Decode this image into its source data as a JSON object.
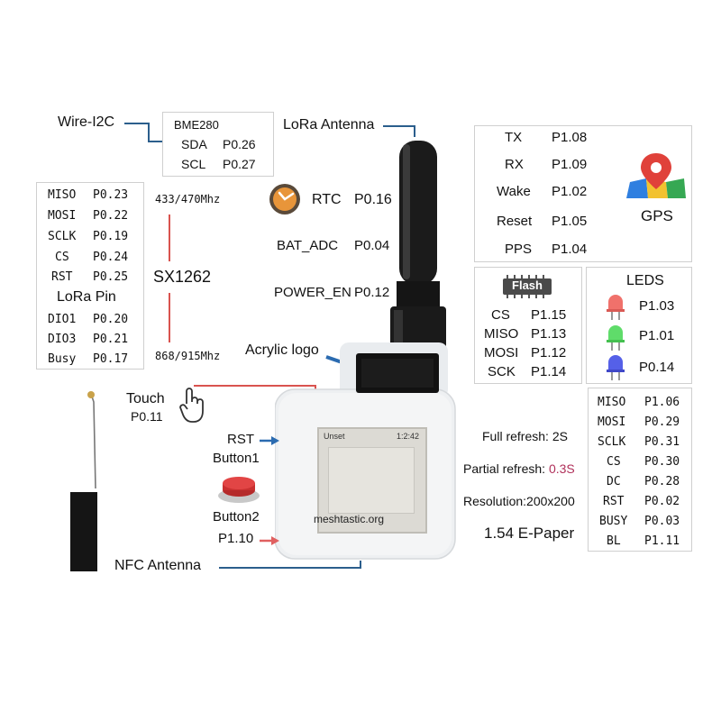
{
  "wire_i2c": {
    "label": "Wire-I2C",
    "chip": "BME280",
    "pins": [
      {
        "name": "SDA",
        "pin": "P0.26"
      },
      {
        "name": "SCL",
        "pin": "P0.27"
      }
    ]
  },
  "lora_antenna": "LoRa Antenna",
  "lora_box": {
    "pins": [
      {
        "name": "MISO",
        "pin": "P0.23"
      },
      {
        "name": "MOSI",
        "pin": "P0.22"
      },
      {
        "name": "SCLK",
        "pin": "P0.19"
      },
      {
        "name": "CS",
        "pin": "P0.24"
      },
      {
        "name": "RST",
        "pin": "P0.25"
      }
    ],
    "title": "LoRa Pin",
    "pins2": [
      {
        "name": "DIO1",
        "pin": "P0.20"
      },
      {
        "name": "DIO3",
        "pin": "P0.21"
      },
      {
        "name": "Busy",
        "pin": "P0.17"
      }
    ]
  },
  "sx": {
    "top": "433/470Mhz",
    "name": "SX1262",
    "bottom": "868/915Mhz"
  },
  "rtc": {
    "label": "RTC",
    "pin": "P0.16"
  },
  "bat_adc": {
    "label": "BAT_ADC",
    "pin": "P0.04"
  },
  "power_en": {
    "label": "POWER_EN",
    "pin": "P0.12"
  },
  "gps": {
    "pins": [
      {
        "name": "TX",
        "pin": "P1.08"
      },
      {
        "name": "RX",
        "pin": "P1.09"
      },
      {
        "name": "Wake",
        "pin": "P1.02"
      },
      {
        "name": "Reset",
        "pin": "P1.05"
      },
      {
        "name": "PPS",
        "pin": "P1.04"
      }
    ],
    "label": "GPS"
  },
  "flash": {
    "chip": "Flash",
    "pins": [
      {
        "name": "CS",
        "pin": "P1.15"
      },
      {
        "name": "MISO",
        "pin": "P1.13"
      },
      {
        "name": "MOSI",
        "pin": "P1.12"
      },
      {
        "name": "SCK",
        "pin": "P1.14"
      }
    ]
  },
  "leds": {
    "title": "LEDS",
    "items": [
      {
        "pin": "P1.03",
        "color": "#f0716b"
      },
      {
        "pin": "P1.01",
        "color": "#5fdc6a"
      },
      {
        "pin": "P0.14",
        "color": "#5560e8"
      }
    ]
  },
  "acrylic": "Acrylic logo",
  "touch": {
    "label": "Touch",
    "pin": "P0.11"
  },
  "rst_button": {
    "label": "RST",
    "label2": "Button1"
  },
  "button2": {
    "label": "Button2",
    "pin": "P1.10"
  },
  "nfc": "NFC Antenna",
  "screen": {
    "left": "Unset",
    "time": "1:2:42",
    "site": "meshtastic.org"
  },
  "epaper": {
    "full_label": "Full refresh:",
    "full_value": "2S",
    "partial_label": "Partial refresh:",
    "partial_value": "0.3S",
    "resolution": "Resolution:200x200",
    "name": "1.54 E-Paper"
  },
  "display_box": {
    "pins": [
      {
        "name": "MISO",
        "pin": "P1.06"
      },
      {
        "name": "MOSI",
        "pin": "P0.29"
      },
      {
        "name": "SCLK",
        "pin": "P0.31"
      },
      {
        "name": "CS",
        "pin": "P0.30"
      },
      {
        "name": "DC",
        "pin": "P0.28"
      },
      {
        "name": "RST",
        "pin": "P0.02"
      },
      {
        "name": "BUSY",
        "pin": "P0.03"
      },
      {
        "name": "BL",
        "pin": "P1.11"
      }
    ]
  },
  "colors": {
    "line_blue": "#2b5e8c",
    "line_red": "#d9534f",
    "partial": "#b0305a"
  }
}
